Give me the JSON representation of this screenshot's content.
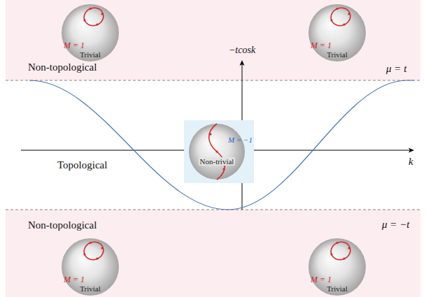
{
  "diagram": {
    "nodes": [
      {
        "text": [
          "Non-topological"
        ]
      },
      {
        "text": [
          "M = 1",
          "Trivial"
        ],
        "in": 0
      },
      {
        "text": [
          "M = 1",
          "Trivial"
        ],
        "in": 0
      },
      {
        "text": [
          "M = −1",
          "Non-trivial"
        ]
      },
      {
        "text": [
          "Non-topological"
        ]
      },
      {
        "text": [
          "M = 1",
          "Trivial"
        ],
        "in": 4
      },
      {
        "text": [
          "M = 1",
          "Trivial"
        ],
        "in": 4
      }
    ],
    "labels": [
      "−tcosk",
      "μ = t",
      "Topological",
      "k",
      "μ = −t"
    ]
  }
}
